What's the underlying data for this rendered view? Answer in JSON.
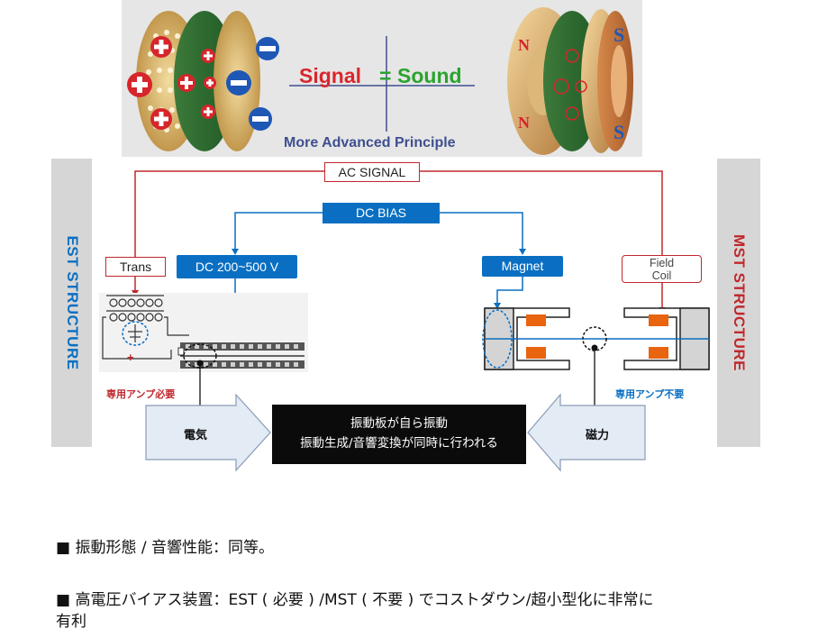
{
  "banner": {
    "signal_word": "Signal",
    "equals": "=",
    "sound_word": "Sound",
    "principle": "More Advanced Principle",
    "pole_n": "N",
    "pole_s": "S"
  },
  "est_label": "EST STRUCTURE",
  "mst_label": "MST STRUCTURE",
  "ac_signal": "AC SIGNAL",
  "dc_bias": "DC BIAS",
  "trans": "Trans",
  "dc_voltage": "DC 200~500 V",
  "magnet": "Magnet",
  "field_coil_line1": "Field",
  "field_coil_line2": "Coil",
  "amp_required": "専用アンプ必要",
  "amp_not_required": "専用アンプ不要",
  "left_arrow": "電気",
  "right_arrow": "磁力",
  "center_line1": "振動板が自ら振動",
  "center_line2": "振動生成/音響変換が同時に行われる",
  "bullet1": "■ 振動形態 / 音響性能：同等。",
  "bullet2_line1": "■ 高電圧バイアス装置：EST ( 必要 ) /MST ( 不要 ) でコストダウン/超小型化に非常に",
  "bullet2_line2": "有利",
  "colors": {
    "red": "#c0282d",
    "blue": "#0a6fc2",
    "signal_red": "#d9262c",
    "sound_green": "#2aa32f"
  }
}
